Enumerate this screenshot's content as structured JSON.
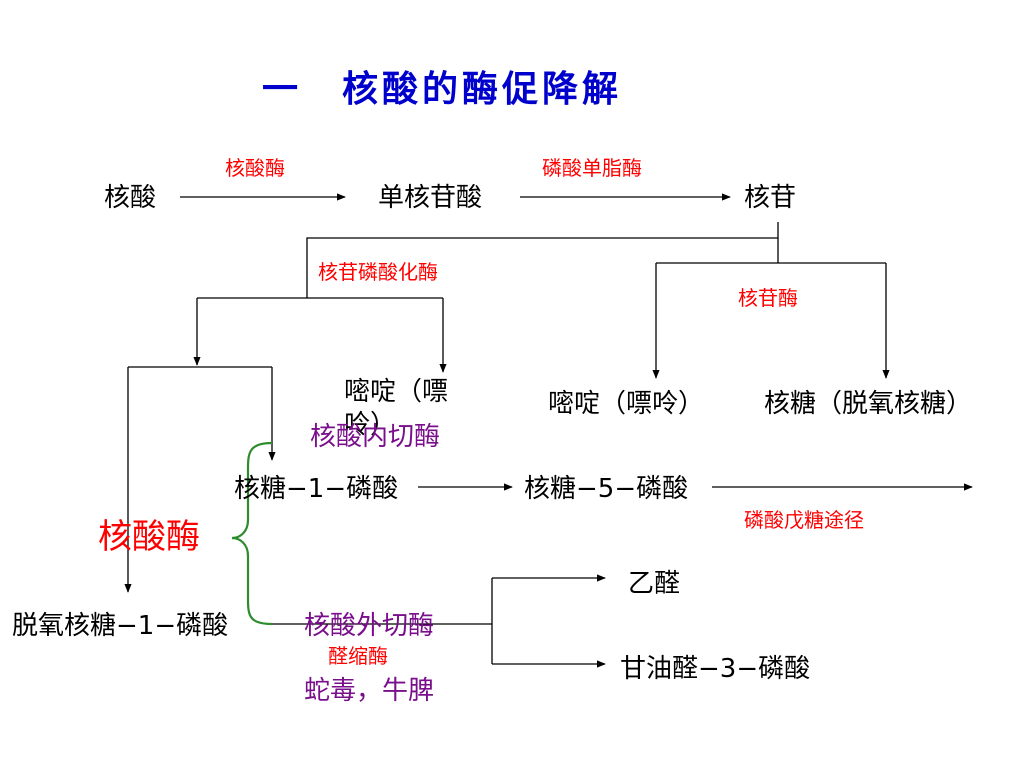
{
  "title": "一　核酸的酶促降解",
  "nodes": {
    "nucleic_acid": "核酸",
    "mononucleotide": "单核苷酸",
    "nucleoside": "核苷",
    "pyrimidine_purine_left": "嘧啶（嘌呤）",
    "pyrimidine_purine_right": "嘧啶（嘌呤）",
    "ribose_deoxyribose": "核糖（脱氧核糖）",
    "ribose_1p": "核糖−1−磷酸",
    "ribose_5p": "核糖−5−磷酸",
    "deoxyribose_1p": "脱氧核糖−1−磷酸",
    "acetaldehyde": "乙醛",
    "glyceraldehyde_3p": "甘油醛−3−磷酸"
  },
  "labels": {
    "nuclease": "核酸酶",
    "phosphomonoesterase": "磷酸单脂酶",
    "nucleoside_phosphorylase": "核苷磷酸化酶",
    "nucleosidase": "核苷酶",
    "endonuclease": "核酸内切酶",
    "nuclease_big": "核酸酶",
    "exonuclease": "核酸外切酶",
    "pentose_phosphate": "磷酸戊糖途径",
    "aldolase": "醛缩酶",
    "sources": "蛇毒，牛脾"
  },
  "colors": {
    "title": "#0000cc",
    "enzyme_red": "#ff0000",
    "enzyme_purple": "#7a0f8c",
    "brace_green": "#2e8b2e",
    "lines": "#000000"
  }
}
